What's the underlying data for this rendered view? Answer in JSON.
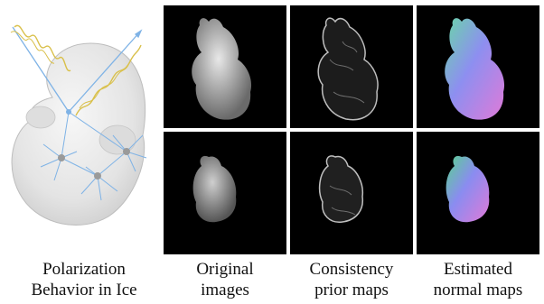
{
  "figure": {
    "columns": [
      {
        "id": "polarization",
        "caption_lines": [
          "Polarization",
          "Behavior in Ice"
        ]
      },
      {
        "id": "original",
        "caption_lines": [
          "Original",
          "images"
        ]
      },
      {
        "id": "consistency",
        "caption_lines": [
          "Consistency",
          "prior maps"
        ]
      },
      {
        "id": "normal",
        "caption_lines": [
          "Estimated",
          "normal maps"
        ]
      }
    ],
    "rows": [
      {
        "id": "row-top"
      },
      {
        "id": "row-bottom"
      }
    ],
    "colors": {
      "background": "#ffffff",
      "panel_background": "#000000",
      "ice_body": "#e6e6e6",
      "light_ray": "#7fb3e6",
      "wave": "#d9c04a"
    }
  }
}
